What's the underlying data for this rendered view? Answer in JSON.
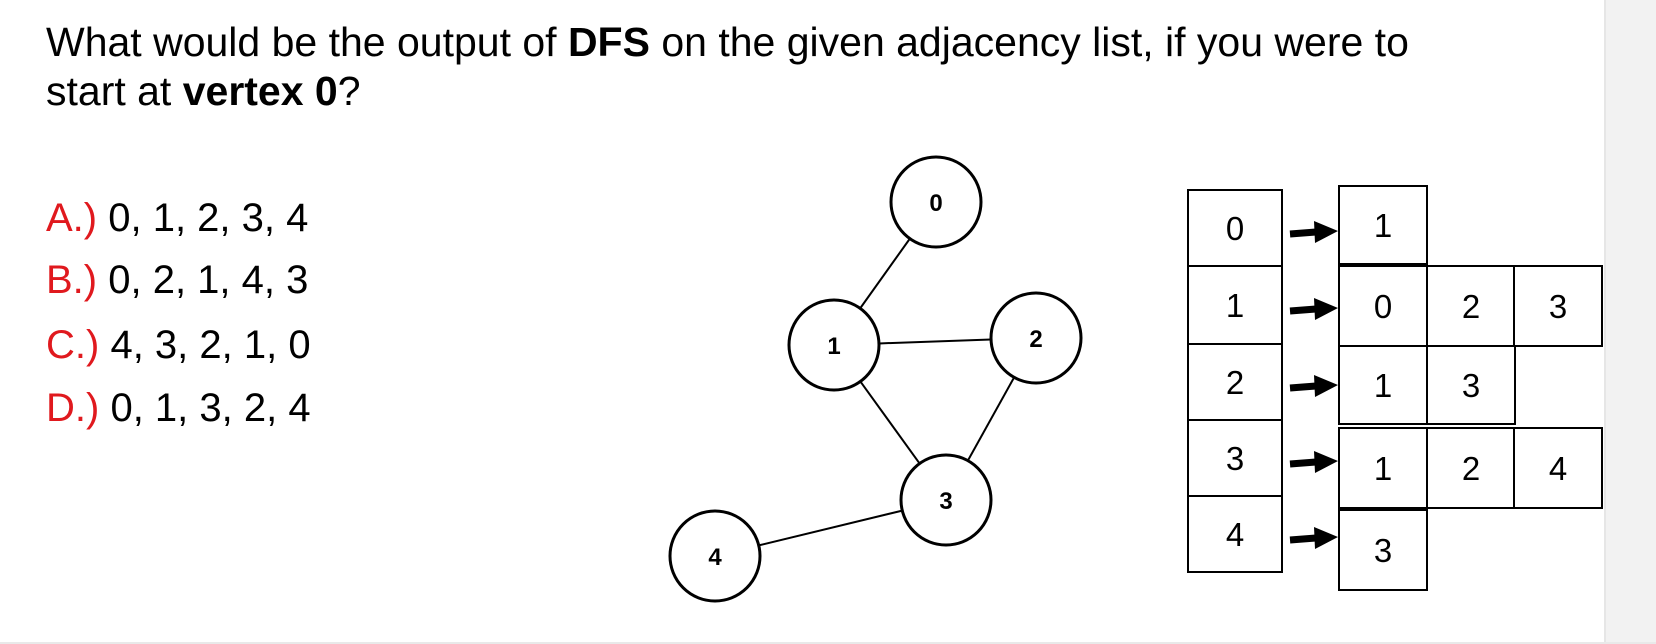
{
  "question": {
    "part1": "What would be the output of ",
    "bold1": "DFS",
    "part2": " on the given adjacency list, if you were to start at ",
    "bold2": "vertex 0",
    "part3": "?"
  },
  "options": [
    {
      "letter": "A.)",
      "text": " 0, 1, 2, 3, 4"
    },
    {
      "letter": "B.)",
      "text": " 0, 2, 1, 4, 3"
    },
    {
      "letter": "C.)",
      "text": " 4, 3, 2, 1, 0"
    },
    {
      "letter": "D.)",
      "text": " 0, 1, 3, 2, 4"
    }
  ],
  "graph": {
    "nodes": [
      "0",
      "1",
      "2",
      "3",
      "4"
    ],
    "edges": [
      [
        "0",
        "1"
      ],
      [
        "1",
        "2"
      ],
      [
        "1",
        "3"
      ],
      [
        "2",
        "3"
      ],
      [
        "3",
        "4"
      ]
    ]
  },
  "adjacency_list": {
    "vertices": [
      "0",
      "1",
      "2",
      "3",
      "4"
    ],
    "neighbors": [
      [
        "1"
      ],
      [
        "0",
        "2",
        "3"
      ],
      [
        "1",
        "3"
      ],
      [
        "1",
        "2",
        "4"
      ],
      [
        "3"
      ]
    ]
  },
  "colors": {
    "option_letter": "#e0191e",
    "stroke": "#000000",
    "background": "#ffffff"
  }
}
